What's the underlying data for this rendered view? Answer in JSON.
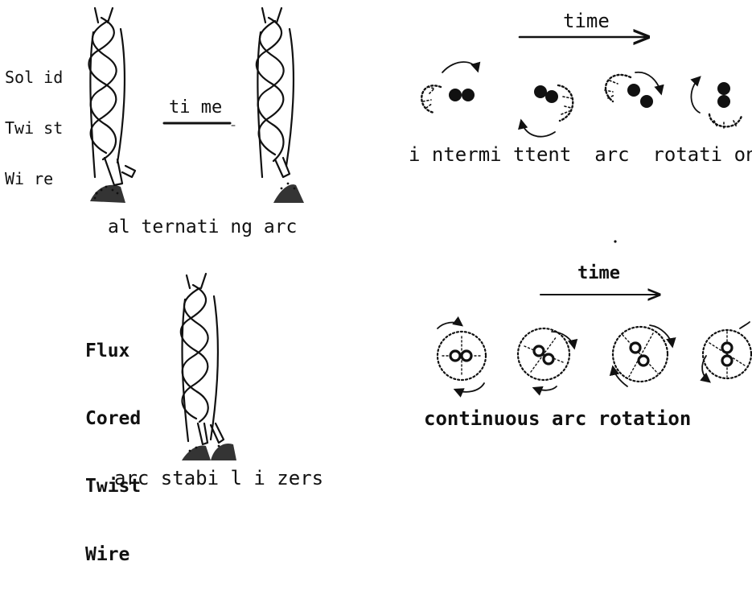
{
  "solid_twist_wire": {
    "label_lines": [
      "Sol id",
      "Twi st",
      "Wi re"
    ],
    "time_label": "ti me",
    "caption": "al ternati ng arc"
  },
  "intermittent": {
    "time_label": "time",
    "caption": "i ntermi ttent  arc  rotati on"
  },
  "flux_cored_twist_wire": {
    "label_lines": [
      "Flux",
      "Cored",
      "Twist",
      "Wire"
    ],
    "caption": "arc stabi l i zers"
  },
  "continuous": {
    "time_label": "time",
    "caption": "continuous arc rotation"
  },
  "colors": {
    "ink": "#111111",
    "background": "#ffffff"
  },
  "icons": [
    "twisted-wire",
    "arc-spray",
    "time-arrow",
    "rotation-arrow",
    "droplet-pair"
  ]
}
